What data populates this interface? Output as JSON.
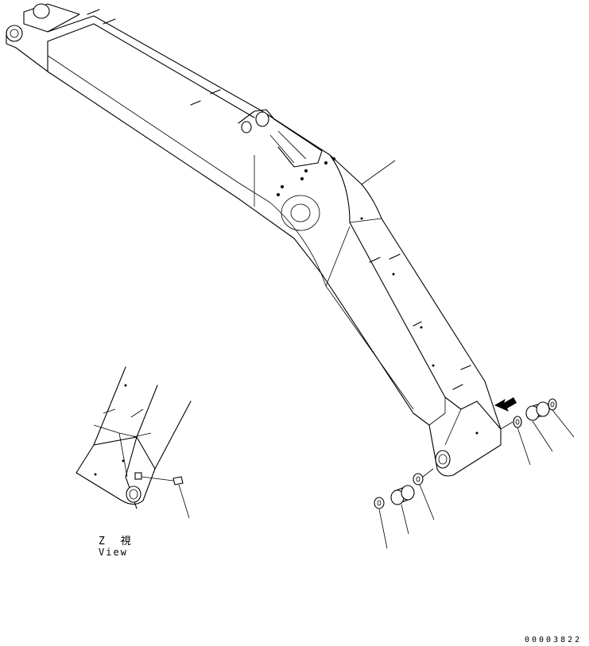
{
  "view_label": {
    "line1": "Z 視",
    "line2": "View"
  },
  "drawing_number": "00003822"
}
